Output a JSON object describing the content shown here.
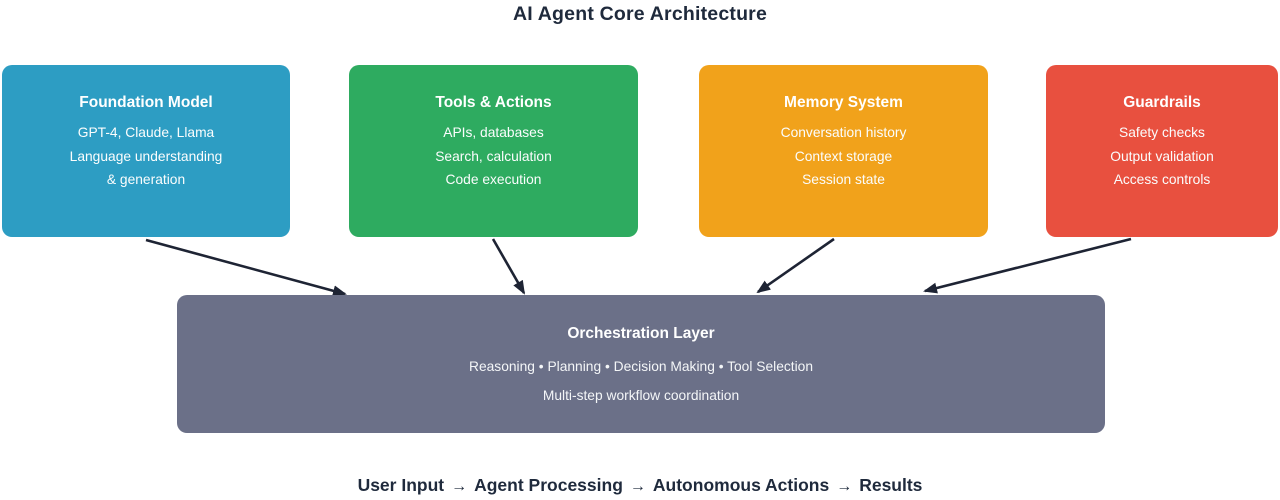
{
  "title": "AI Agent Core Architecture",
  "colors": {
    "title_text": "#1f2a3c",
    "arrow": "#1e2434",
    "card_foundation": "#2d9dc3",
    "card_tools": "#2eab60",
    "card_memory": "#f1a21b",
    "card_guardrails": "#e8503f",
    "orchestration": "#6b7088"
  },
  "cards": [
    {
      "title": "Foundation Model",
      "lines": [
        "GPT-4, Claude, Llama",
        "Language understanding",
        "& generation"
      ]
    },
    {
      "title": "Tools & Actions",
      "lines": [
        "APIs, databases",
        "Search, calculation",
        "Code execution"
      ]
    },
    {
      "title": "Memory System",
      "lines": [
        "Conversation history",
        "Context storage",
        "Session state"
      ]
    },
    {
      "title": "Guardrails",
      "lines": [
        "Safety checks",
        "Output validation",
        "Access controls"
      ]
    }
  ],
  "orchestration": {
    "title": "Orchestration Layer",
    "lines": [
      "Reasoning • Planning • Decision Making • Tool Selection",
      "Multi-step workflow coordination"
    ]
  },
  "flow": {
    "steps": [
      "User Input",
      "Agent Processing",
      "Autonomous Actions",
      "Results"
    ],
    "separator": "→"
  }
}
